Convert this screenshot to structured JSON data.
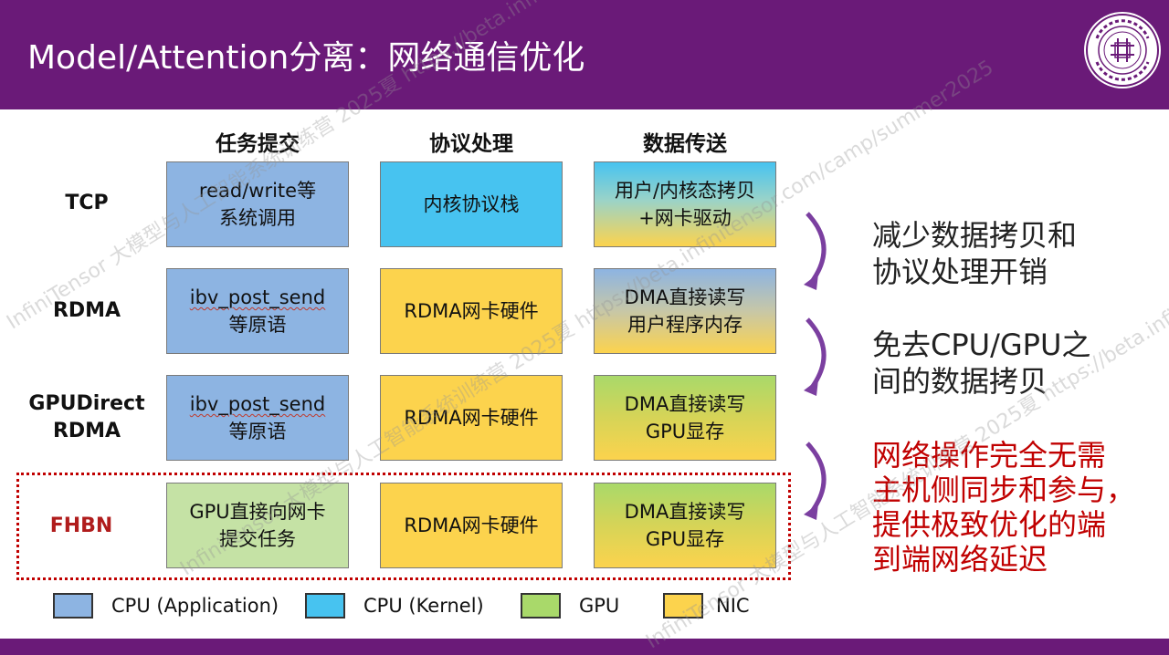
{
  "header": {
    "title": "Model/Attention分离：网络通信优化"
  },
  "columns": [
    "任务提交",
    "协议处理",
    "数据传送"
  ],
  "rows": [
    {
      "label_lines": [
        "TCP"
      ],
      "highlight": false,
      "cells": [
        {
          "lines": [
            "read/write等",
            "系统调用"
          ],
          "kind": "cpu-app"
        },
        {
          "lines": [
            "内核协议栈"
          ],
          "kind": "cpu-kernel"
        },
        {
          "lines": [
            "用户/内核态拷贝",
            "+网卡驱动"
          ],
          "kind": "cpu-kernel-to-nic"
        }
      ]
    },
    {
      "label_lines": [
        "RDMA"
      ],
      "highlight": false,
      "cells": [
        {
          "lines": [
            "ibv_post_send",
            "等原语"
          ],
          "kind": "cpu-app"
        },
        {
          "lines": [
            "RDMA网卡硬件"
          ],
          "kind": "nic"
        },
        {
          "lines": [
            "DMA直接读写",
            "用户程序内存"
          ],
          "kind": "cpu-app-to-nic"
        }
      ]
    },
    {
      "label_lines": [
        "GPUDirect",
        "RDMA"
      ],
      "highlight": false,
      "cells": [
        {
          "lines": [
            "ibv_post_send",
            "等原语"
          ],
          "kind": "cpu-app"
        },
        {
          "lines": [
            "RDMA网卡硬件"
          ],
          "kind": "nic"
        },
        {
          "lines": [
            "DMA直接读写",
            "GPU显存"
          ],
          "kind": "gpu-to-nic"
        }
      ]
    },
    {
      "label_lines": [
        "FHBN"
      ],
      "highlight": true,
      "cells": [
        {
          "lines": [
            "GPU直接向网卡",
            "提交任务"
          ],
          "kind": "gpu"
        },
        {
          "lines": [
            "RDMA网卡硬件"
          ],
          "kind": "nic"
        },
        {
          "lines": [
            "DMA直接读写",
            "GPU显存"
          ],
          "kind": "gpu-to-nic"
        }
      ]
    }
  ],
  "notes": [
    {
      "lines": [
        "减少数据拷贝和",
        "协议处理开销"
      ],
      "color": "#222222"
    },
    {
      "lines": [
        "免去CPU/GPU之",
        "间的数据拷贝"
      ],
      "color": "#222222"
    },
    {
      "lines": [
        "网络操作完全无需",
        "主机侧同步和参与，",
        "提供极致优化的端",
        "到端网络延迟"
      ],
      "color": "#c00000"
    }
  ],
  "legend": [
    {
      "label": "CPU (Application)",
      "color": "#8db4e2"
    },
    {
      "label": "CPU (Kernel)",
      "color": "#47c3f0"
    },
    {
      "label": "GPU",
      "color": "#a9d96a"
    },
    {
      "label": "NIC",
      "color": "#fcd34d"
    }
  ],
  "watermarks": [
    "InfiniTensor 大模型与人工智能系统训练营 2025夏 https://beta.infinitensor.com/camp/summer2025"
  ],
  "colors": {
    "brand_purple": "#6a1a78",
    "highlight_red": "#c00000",
    "arrow_purple": "#7b3fa0"
  },
  "logo": {
    "text": "清华大学 TSINGHUA UNIVERSITY 1911"
  }
}
